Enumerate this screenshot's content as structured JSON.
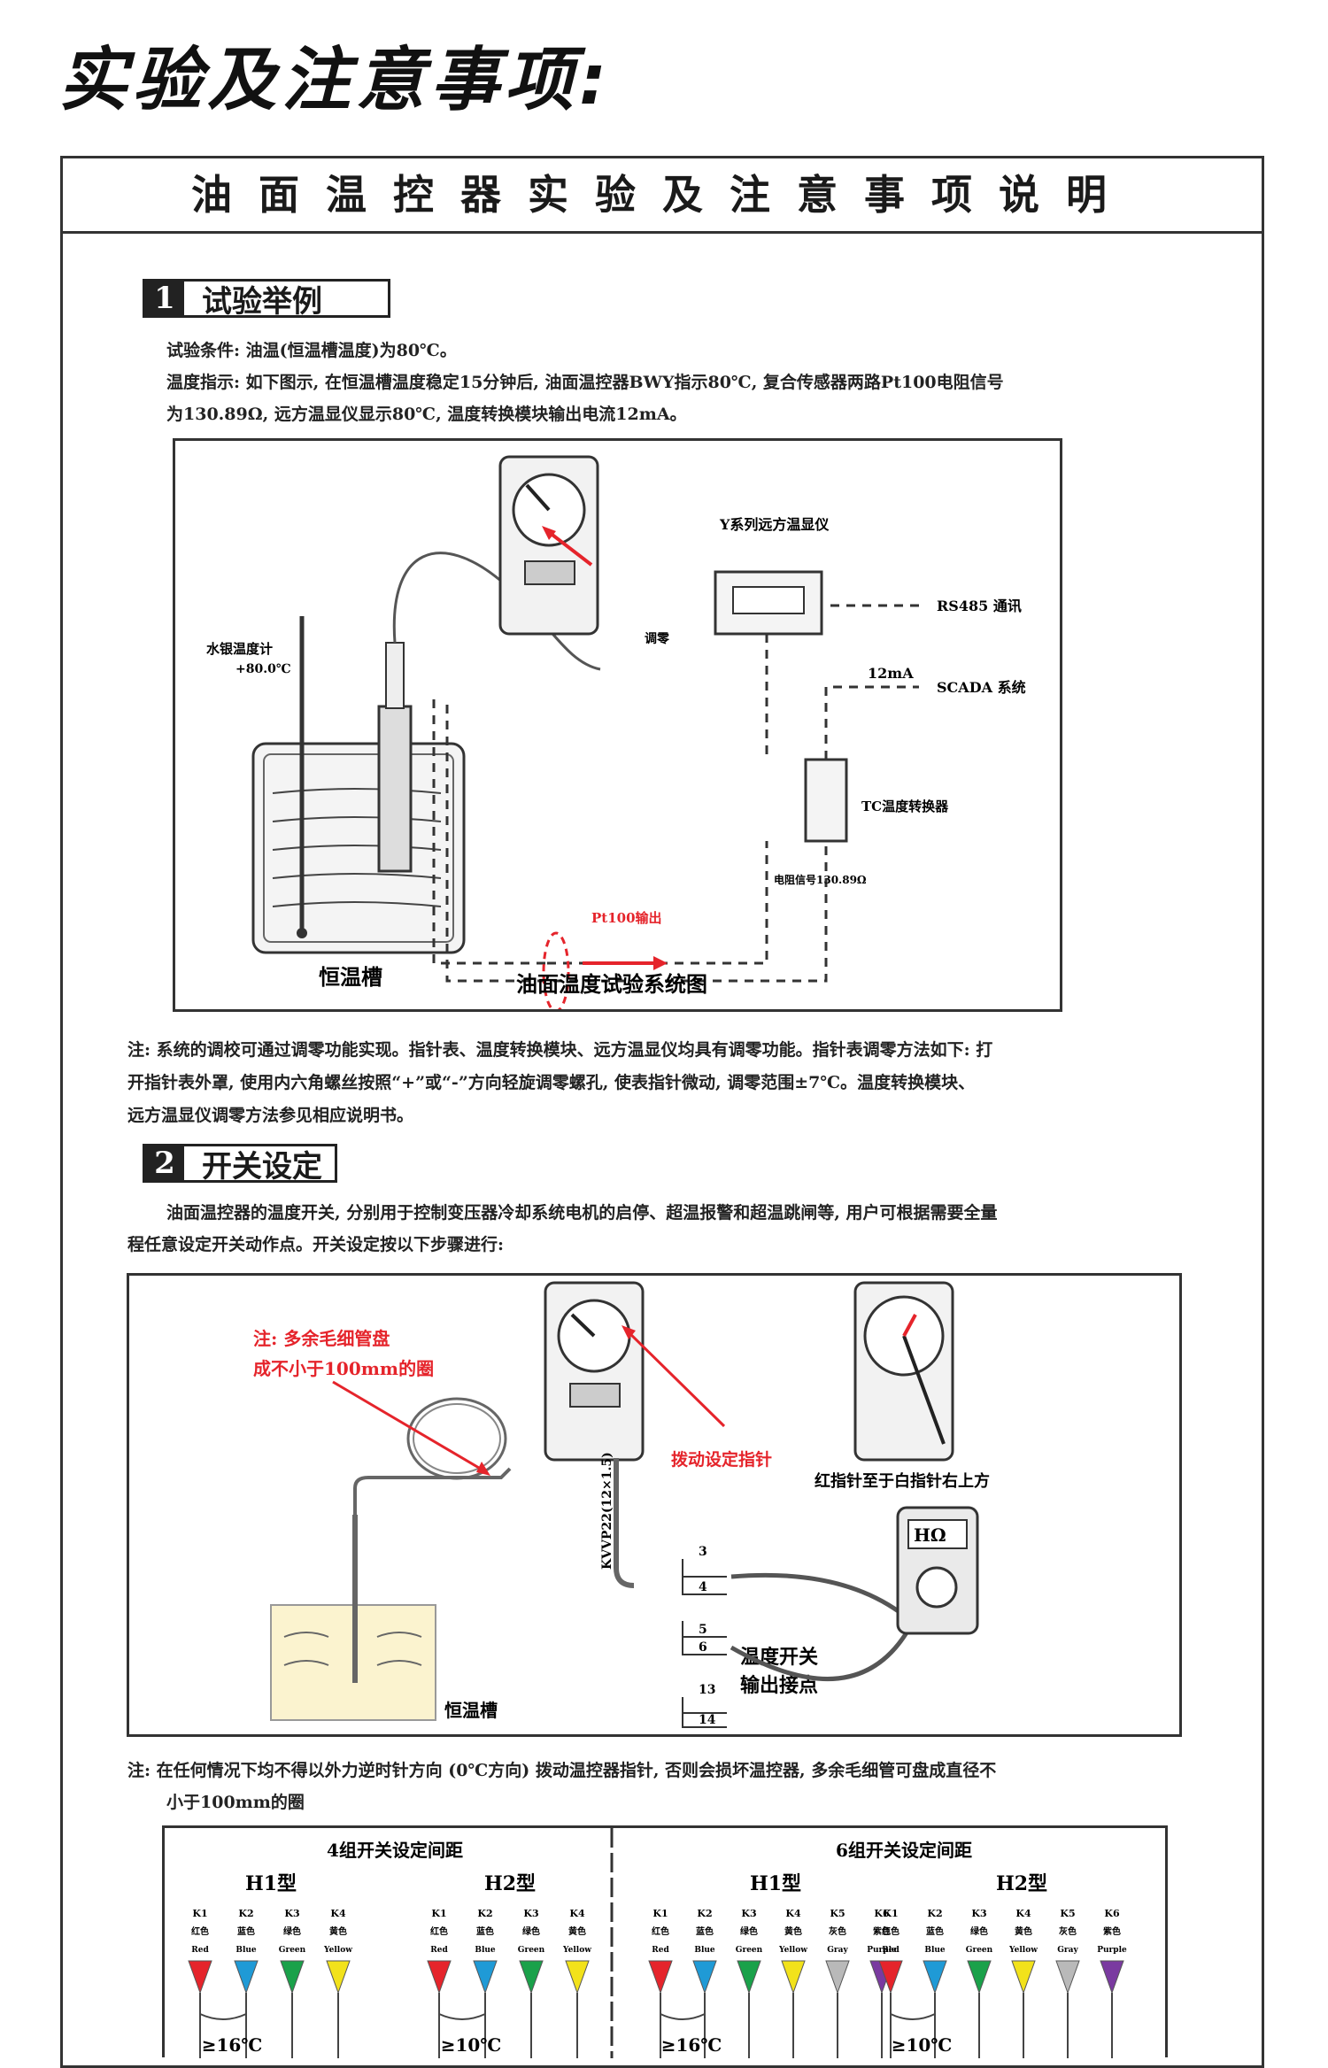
{
  "heading": "实验及注意事项:",
  "doc_title": "油面温控器实验及注意事项说明",
  "section1": {
    "number": "1",
    "title": "试验举例",
    "line1": "试验条件: 油温(恒温槽温度)为80℃。",
    "line2": "温度指示: 如下图示, 在恒温槽温度稳定15分钟后, 油面温控器BWY指示80℃, 复合传感器两路Pt100电阻信号",
    "line3": "为130.89Ω, 远方温显仪显示80℃, 温度转换模块输出电流12mA。",
    "diagram": {
      "remote_display": "Y系列远方温显仪",
      "rs485": "RS485 通讯",
      "current": "12mA",
      "scada": "SCADA 系统",
      "converter": "TC温度转换器",
      "thermometer": "水银温度计",
      "thermo_value": "+80.0℃",
      "adjust": "调零",
      "resistance": "电阻信号130.89Ω",
      "pt100": "Pt100输出",
      "bath": "恒温槽",
      "caption": "油面温度试验系统图"
    },
    "note1": "注: 系统的调校可通过调零功能实现。指针表、温度转换模块、远方温显仪均具有调零功能。指针表调零方法如下: 打",
    "note2": "开指针表外罩, 使用内六角螺丝按照“+”或“-”方向轻旋调零螺孔, 使表指针微动, 调零范围±7℃。温度转换模块、",
    "note3": "远方温显仪调零方法参见相应说明书。"
  },
  "section2": {
    "number": "2",
    "title": "开关设定",
    "line1": "油面温控器的温度开关, 分别用于控制变压器冷却系统电机的启停、超温报警和超温跳闸等, 用户可根据需要全量",
    "line2": "程任意设定开关动作点。开关设定按以下步骤进行:",
    "diagram": {
      "red_note1": "注: 多余毛细管盘",
      "red_note2": "成不小于100mm的圈",
      "drag_pointer": "拨动设定指针",
      "red_pointer": "红指针至于白指针右上方",
      "cable": "KVVP22(12×1.5)",
      "switch_out1": "温度开关",
      "switch_out2": "输出接点",
      "bath": "恒温槽",
      "meter_display": "HΩ",
      "terminals": [
        "3",
        "4",
        "5",
        "6",
        "13",
        "14"
      ]
    },
    "note1": "注: 在任何情况下均不得以外力逆时针方向 (0℃方向) 拨动温控器指针, 否则会损坏温控器, 多余毛细管可盘成直径不",
    "note2": "小于100mm的圈"
  },
  "switch_table": {
    "left_title": "4组开关设定间距",
    "right_title": "6组开关设定间距",
    "groups": [
      {
        "type": "H1型",
        "spacing": "≥16℃",
        "items": [
          {
            "k": "K1",
            "cn": "红色",
            "en": "Red",
            "color": "#e5242b"
          },
          {
            "k": "K2",
            "cn": "蓝色",
            "en": "Blue",
            "color": "#1f9ad6"
          },
          {
            "k": "K3",
            "cn": "绿色",
            "en": "Green",
            "color": "#1aa14a"
          },
          {
            "k": "K4",
            "cn": "黄色",
            "en": "Yellow",
            "color": "#f2e21b"
          }
        ]
      },
      {
        "type": "H2型",
        "spacing": "≥10℃",
        "items": [
          {
            "k": "K1",
            "cn": "红色",
            "en": "Red",
            "color": "#e5242b"
          },
          {
            "k": "K2",
            "cn": "蓝色",
            "en": "Blue",
            "color": "#1f9ad6"
          },
          {
            "k": "K3",
            "cn": "绿色",
            "en": "Green",
            "color": "#1aa14a"
          },
          {
            "k": "K4",
            "cn": "黄色",
            "en": "Yellow",
            "color": "#f2e21b"
          }
        ]
      },
      {
        "type": "H1型",
        "spacing": "≥16℃",
        "items": [
          {
            "k": "K1",
            "cn": "红色",
            "en": "Red",
            "color": "#e5242b"
          },
          {
            "k": "K2",
            "cn": "蓝色",
            "en": "Blue",
            "color": "#1f9ad6"
          },
          {
            "k": "K3",
            "cn": "绿色",
            "en": "Green",
            "color": "#1aa14a"
          },
          {
            "k": "K4",
            "cn": "黄色",
            "en": "Yellow",
            "color": "#f2e21b"
          },
          {
            "k": "K5",
            "cn": "灰色",
            "en": "Gray",
            "color": "#b9b9b9"
          },
          {
            "k": "K6",
            "cn": "紫色",
            "en": "Purple",
            "color": "#7a3aa0"
          }
        ]
      },
      {
        "type": "H2型",
        "spacing": "≥10℃",
        "items": [
          {
            "k": "K1",
            "cn": "红色",
            "en": "Red",
            "color": "#e5242b"
          },
          {
            "k": "K2",
            "cn": "蓝色",
            "en": "Blue",
            "color": "#1f9ad6"
          },
          {
            "k": "K3",
            "cn": "绿色",
            "en": "Green",
            "color": "#1aa14a"
          },
          {
            "k": "K4",
            "cn": "黄色",
            "en": "Yellow",
            "color": "#f2e21b"
          },
          {
            "k": "K5",
            "cn": "灰色",
            "en": "Gray",
            "color": "#b9b9b9"
          },
          {
            "k": "K6",
            "cn": "紫色",
            "en": "Purple",
            "color": "#7a3aa0"
          }
        ]
      }
    ]
  }
}
